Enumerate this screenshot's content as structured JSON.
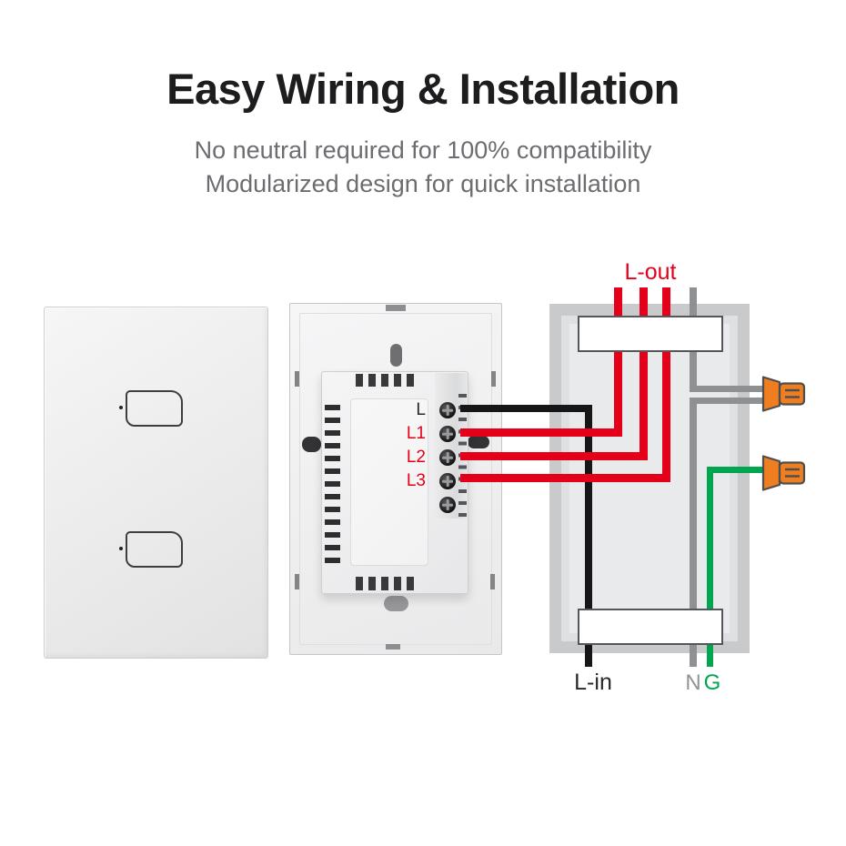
{
  "header": {
    "title": "Easy Wiring & Installation",
    "subtitle_line1": "No neutral required for 100% compatibility",
    "subtitle_line2": "Modularized design for quick installation"
  },
  "module": {
    "terminals": [
      {
        "label": "L"
      },
      {
        "label": "L1"
      },
      {
        "label": "L2"
      },
      {
        "label": "L3"
      }
    ]
  },
  "diagram": {
    "labels": {
      "l_out": "L-out",
      "l_in": "L-in",
      "neutral": "N",
      "ground": "G"
    }
  },
  "colors": {
    "wire-red": "#e50019",
    "wire-black": "#161616",
    "wire-gray": "#8f9093",
    "wire-green": "#00a550",
    "nut-orange": "#ee7e20",
    "title-color": "#1d1d1f",
    "subtitle-color": "#6c6d70",
    "label-red": "#e50019",
    "label-black": "#28282a",
    "label-gray": "#919396",
    "label-green": "#00a550"
  }
}
